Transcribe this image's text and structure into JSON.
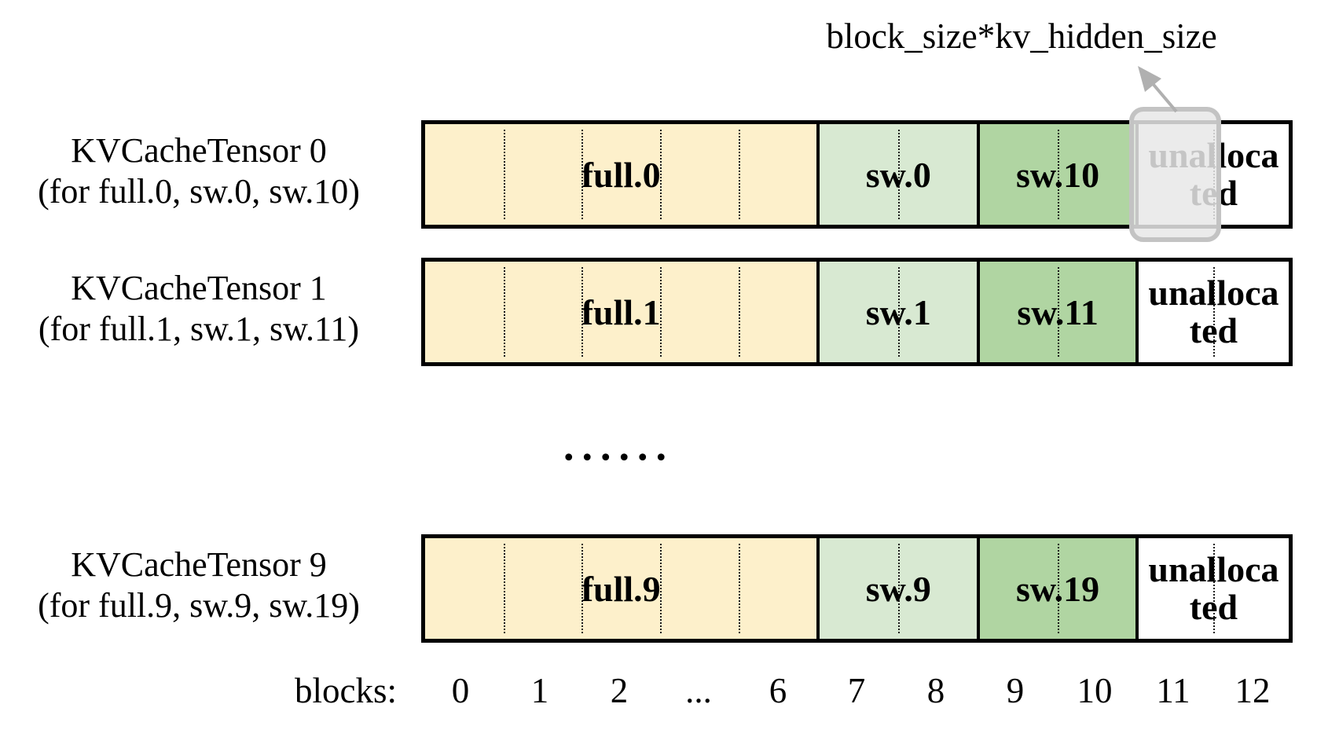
{
  "title_annotation": {
    "label": "block_size*kv_hidden_size"
  },
  "row_ellipsis": "......",
  "axis": {
    "prefix": "blocks:",
    "ticks": [
      "0",
      "1",
      "2",
      "...",
      "6",
      "7",
      "8",
      "9",
      "10",
      "11",
      "12"
    ]
  },
  "colors": {
    "full_block": "#FDF0CB",
    "sw_block": "#D8E9D2",
    "sw_high_block": "#B0D5A2",
    "unallocated_block": "#FFFFFF",
    "bar_border": "#000000",
    "highlight_fill": "rgba(231,231,231,0.85)",
    "highlight_border": "#C3C3C3",
    "arrow": "#B0B0B0"
  },
  "tensors": [
    {
      "name_line1": "KVCacheTensor 0",
      "name_line2": "(for full.0, sw.0, sw.10)",
      "segments": [
        {
          "label": "full.0"
        },
        {
          "label": "sw.0"
        },
        {
          "label": "sw.10"
        },
        {
          "label_line1": "unalloca",
          "label_line2": "ted"
        }
      ]
    },
    {
      "name_line1": "KVCacheTensor 1",
      "name_line2": "(for full.1, sw.1, sw.11)",
      "segments": [
        {
          "label": "full.1"
        },
        {
          "label": "sw.1"
        },
        {
          "label": "sw.11"
        },
        {
          "label_line1": "unalloca",
          "label_line2": "ted"
        }
      ]
    },
    {
      "name_line1": "KVCacheTensor 9",
      "name_line2": "(for full.9, sw.9, sw.19)",
      "segments": [
        {
          "label": "full.9"
        },
        {
          "label": "sw.9"
        },
        {
          "label": "sw.19"
        },
        {
          "label_line1": "unalloca",
          "label_line2": "ted"
        }
      ]
    }
  ]
}
